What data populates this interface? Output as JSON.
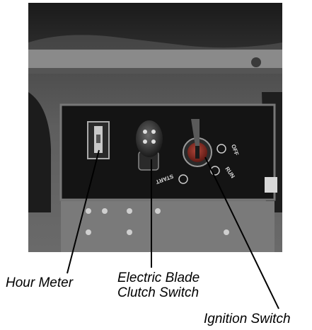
{
  "panel": {
    "off_text": "OFF",
    "run_text": "RUN",
    "start_text": "START"
  },
  "callouts": {
    "hour_meter": "Hour Meter",
    "blade_clutch_line1": "Electric Blade",
    "blade_clutch_line2": "Clutch Switch",
    "ignition_switch": "Ignition Switch"
  },
  "colors": {
    "photo_background": "#4a4a4a",
    "panel_face": "#141414",
    "switch_red": "#8a2a20",
    "leader_line": "#000000"
  }
}
